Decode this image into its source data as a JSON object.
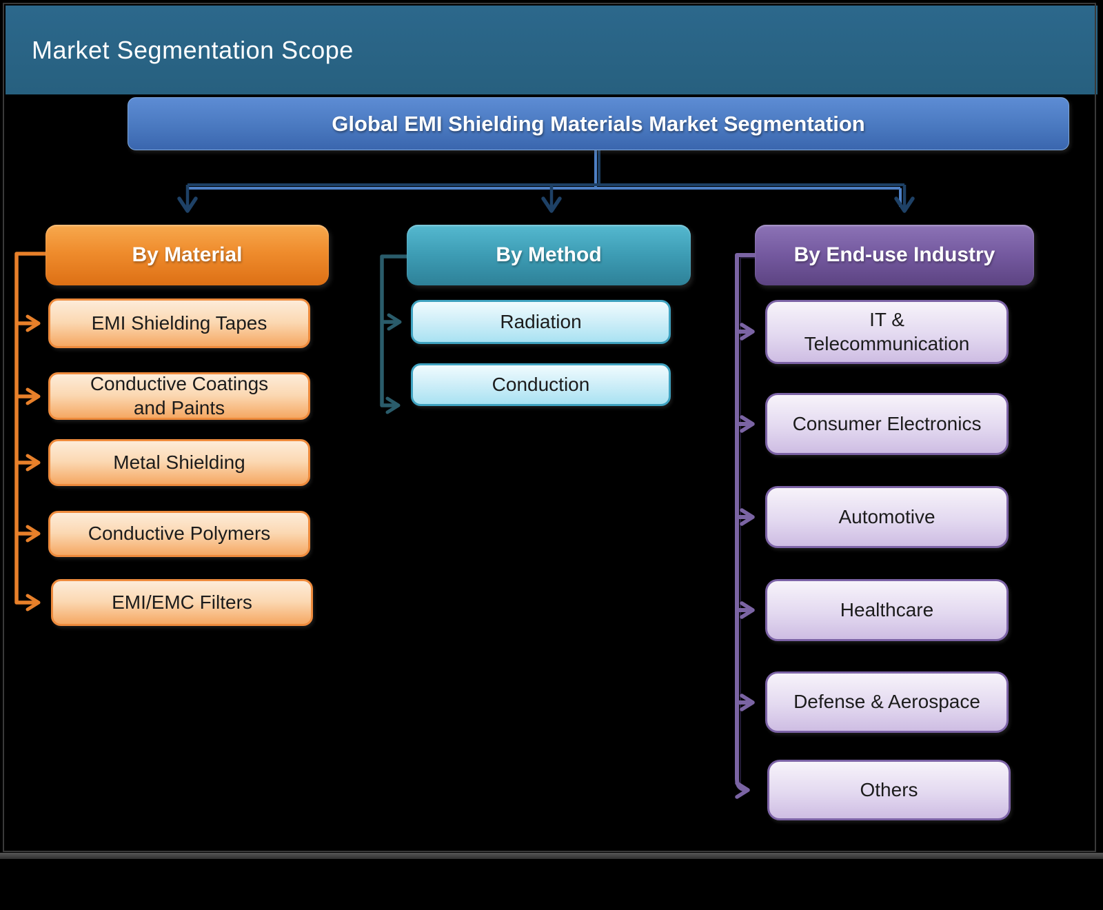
{
  "header": {
    "title": "Market Segmentation Scope"
  },
  "diagram": {
    "root_label": "Global EMI Shielding Materials Market Segmentation",
    "branches": [
      {
        "label": "By Material",
        "accent": "#e8802a",
        "children": [
          "EMI Shielding Tapes",
          "Conductive Coatings\nand Paints",
          "Metal Shielding",
          "Conductive Polymers",
          "EMI/EMC Filters"
        ]
      },
      {
        "label": "By Method",
        "accent": "#2e8198",
        "children": [
          "Radiation",
          "Conduction"
        ]
      },
      {
        "label": "By End-use Industry",
        "accent": "#6d5496",
        "children": [
          "IT &\nTelecommunication",
          "Consumer Electronics",
          "Automotive",
          "Healthcare",
          "Defense & Aerospace",
          "Others"
        ]
      }
    ]
  },
  "colors": {
    "topbar": "#27607f",
    "root-box": "#4a79c0",
    "material-accent": "#e8802a",
    "method-accent": "#2e8198",
    "enduse-accent": "#7b64a4",
    "connector-navy": "#1e4166",
    "connector-light": "#4e80c5"
  }
}
